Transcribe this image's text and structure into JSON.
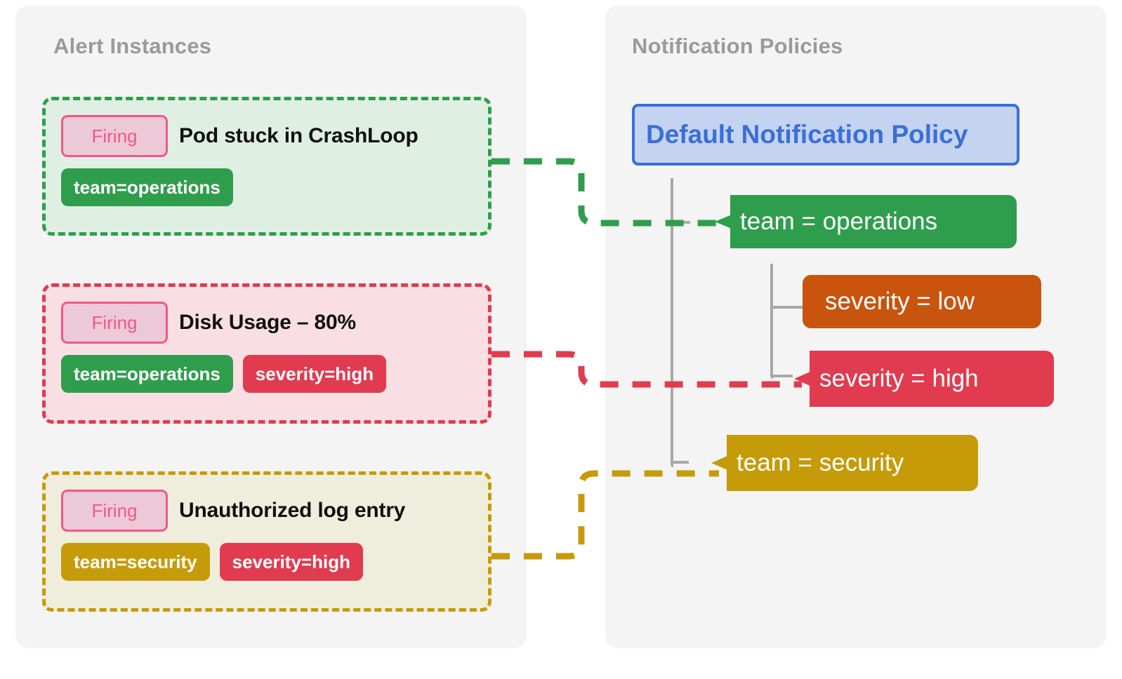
{
  "panels": {
    "alerts": {
      "title": "Alert Instances"
    },
    "policies": {
      "title": "Notification Policies"
    }
  },
  "alert_instances": [
    {
      "state": "Firing",
      "title": "Pod stuck in CrashLoop",
      "labels": [
        {
          "text": "team=operations",
          "color": "#2f9e4c"
        }
      ],
      "border_color": "#2f9e4c",
      "background": "#e0efe4",
      "routes_to": "team = operations"
    },
    {
      "state": "Firing",
      "title": "Disk Usage – 80%",
      "labels": [
        {
          "text": "team=operations",
          "color": "#2f9e4c"
        },
        {
          "text": "severity=high",
          "color": "#e13b4f"
        }
      ],
      "border_color": "#e13b4f",
      "background": "#f9dfe4",
      "routes_to": "severity = high"
    },
    {
      "state": "Firing",
      "title": "Unauthorized log entry",
      "labels": [
        {
          "text": "team=security",
          "color": "#c59b0a"
        },
        {
          "text": "severity=high",
          "color": "#e13b4f"
        }
      ],
      "border_color": "#c59b0a",
      "background": "#efeddc",
      "routes_to": "team = security"
    }
  ],
  "notification_policies": {
    "root": {
      "label": "Default Notification Policy",
      "color": "#3b6fd6",
      "fill": "#c3d3f0"
    },
    "children": [
      {
        "label": "team = operations",
        "color": "#2f9e4c",
        "matched": true,
        "depth": 1
      },
      {
        "label": "severity = low",
        "color": "#c9540e",
        "matched": false,
        "depth": 2
      },
      {
        "label": "severity = high",
        "color": "#e13b4f",
        "matched": true,
        "depth": 2
      },
      {
        "label": "team = security",
        "color": "#c59b0a",
        "matched": true,
        "depth": 1
      }
    ]
  },
  "badge": {
    "firing_label": "Firing",
    "text_color": "#f5558b",
    "fill": "#ecc9d6"
  },
  "theme": {
    "page_background": "#ffffff",
    "panel_background": "#f4f4f4",
    "panel_title_color": "#9a9a9a",
    "tree_line_color": "#a8a8a8"
  }
}
